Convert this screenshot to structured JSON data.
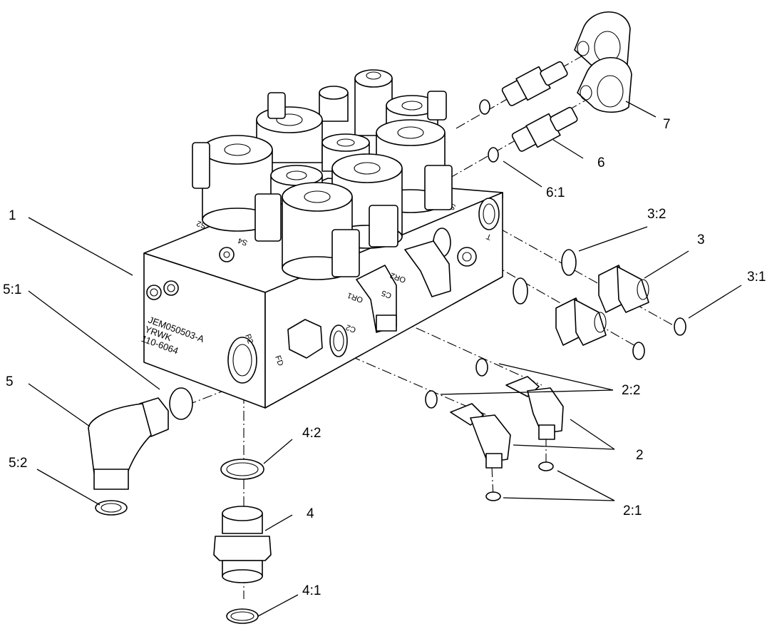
{
  "diagram": {
    "callouts": {
      "c1": "1",
      "c2": "2",
      "c2_1": "2:1",
      "c2_2": "2:2",
      "c3": "3",
      "c3_1": "3:1",
      "c3_2": "3:2",
      "c4": "4",
      "c4_1": "4:1",
      "c4_2": "4:2",
      "c5": "5",
      "c5_1": "5:1",
      "c5_2": "5:2",
      "c6": "6",
      "c6_1": "6:1",
      "c7": "7"
    },
    "stamp": {
      "line1": "JEM050503-A",
      "line2": "YRWK",
      "line3": "110-6064"
    },
    "ports": {
      "p2": "P2",
      "fd": "FD",
      "c2": "C2",
      "c5": "C5",
      "or1": "OR1",
      "or2": "OR2",
      "t": "T",
      "s2": "S2",
      "s4": "S4",
      "s8": "S8"
    }
  }
}
